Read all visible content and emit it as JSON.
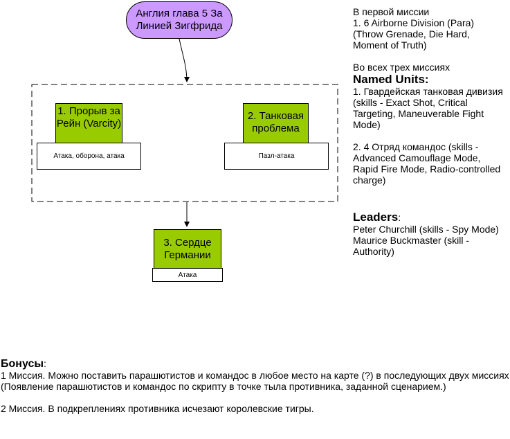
{
  "chapter": {
    "title": "Англия глава 5 За Линией Зигфрида"
  },
  "missions": [
    {
      "title": "1. Прорыв за Рейн (Varcity)",
      "subtitle": "Атака, оборона, атака"
    },
    {
      "title": "2. Танковая проблема",
      "subtitle": "Пазл-атака"
    },
    {
      "title": "3. Сердце Германии",
      "subtitle": "Атака"
    }
  ],
  "side": {
    "first_mission_intro": "В первой миссии",
    "first_mission_unit": "1. 6 Airborne Division (Para) (Throw Grenade, Die Hard, Moment of Truth)",
    "all_missions_intro": "Во всех трех миссиях",
    "named_units_heading": "Named Units:",
    "named_units": [
      "1. Гвардейская танковая дивизия (skills - Exact Shot, Critical Targeting, Maneuverable Fight Mode)",
      "2. 4 Отряд командос (skills - Advanced Camouflage Mode, Rapid Fire Mode, Radio-controlled charge)"
    ],
    "leaders_heading": "Leaders",
    "leaders_colon": ":",
    "leaders": [
      "Peter Churchill (skills - Spy Mode)",
      "Maurice Buckmaster (skill - Authority)"
    ]
  },
  "bonuses": {
    "heading": "Бонусы",
    "colon": ":",
    "items": [
      "1 Миссия. Можно поставить парашютистов и командос в любое место на карте (?) в последующих двух миссиях (Появление парашютистов и командос по скрипту в точке тыла противника, заданной сценарием.)",
      "2 Миссия. В подкреплениях противника исчезают королевские тигры."
    ]
  }
}
